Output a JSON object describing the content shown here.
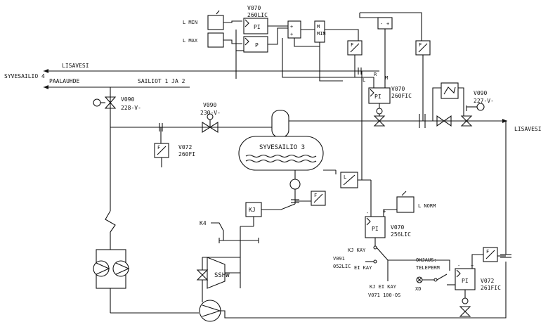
{
  "diagram": {
    "process_labels": {
      "syvesailio_4": "SYVESAILIO 4",
      "paalauhde": "PAALAUHDE",
      "sailiot_1_ja_2": "SAILIOT 1 JA 2",
      "lisavesi_left": "LISAVESI",
      "lisavesi_right": "LISAVESI",
      "syvesailio_3": "SYVESAILIO 3",
      "sshw": "SSHW"
    },
    "valves": {
      "v090_228": [
        "V090",
        "228-V-"
      ],
      "v090_230": [
        "V090",
        "230-V-"
      ],
      "v090_227": [
        "V090",
        "227-V-"
      ],
      "v071_100": "V071 100-OS",
      "v091_052": [
        "V091",
        "052LIC"
      ]
    },
    "instruments": {
      "v070_260lic": [
        "V070",
        "260LIC"
      ],
      "v070_260fic": [
        "V070",
        "260FIC"
      ],
      "v072_260fi": [
        "V072",
        "260FI"
      ],
      "v070_256lic": [
        "V070",
        "256LIC"
      ],
      "v072_261fic": [
        "V072",
        "261FIC"
      ]
    },
    "block_labels": {
      "pi": "PI",
      "p": "P",
      "minmax": "MIN",
      "m": "M",
      "kj": "KJ",
      "r": "R",
      "l": "L",
      "plus": "+",
      "minus": "-",
      "f_div": "F",
      "l_div": "L"
    },
    "setpoints": {
      "l_min": "L MIN",
      "l_max": "L MAX",
      "l_norm": "L NORM"
    },
    "switch_labels": {
      "kj_kay": "KJ KAY",
      "ei_kay": "EI KAY",
      "kj_ei_kay": "KJ EI KAY",
      "ohjaus": "OHJAUS:",
      "teleperm": "TELEPERM",
      "xd": "XD",
      "k4": "K4"
    }
  }
}
